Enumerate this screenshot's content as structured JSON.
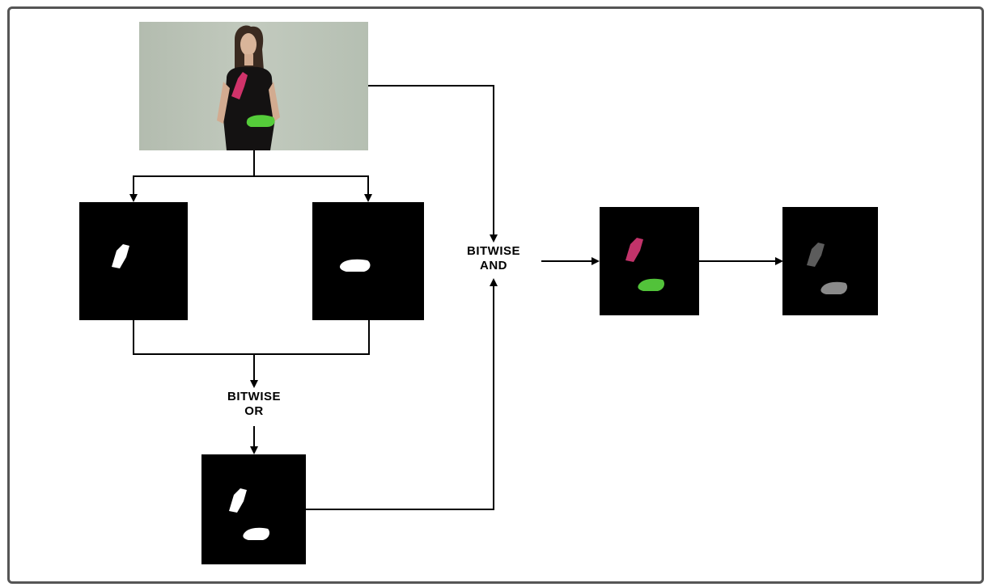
{
  "labels": {
    "or_line1": "BITWISE",
    "or_line2": "OR",
    "and_line1": "BITWISE",
    "and_line2": "AND"
  },
  "colors": {
    "frame": "#555555",
    "wall": "#b9c2b4",
    "red_glove": "#d0336a",
    "green_glove": "#55cc3a",
    "mask_white": "#ffffff",
    "gray_hand": "#7a7a7a"
  }
}
